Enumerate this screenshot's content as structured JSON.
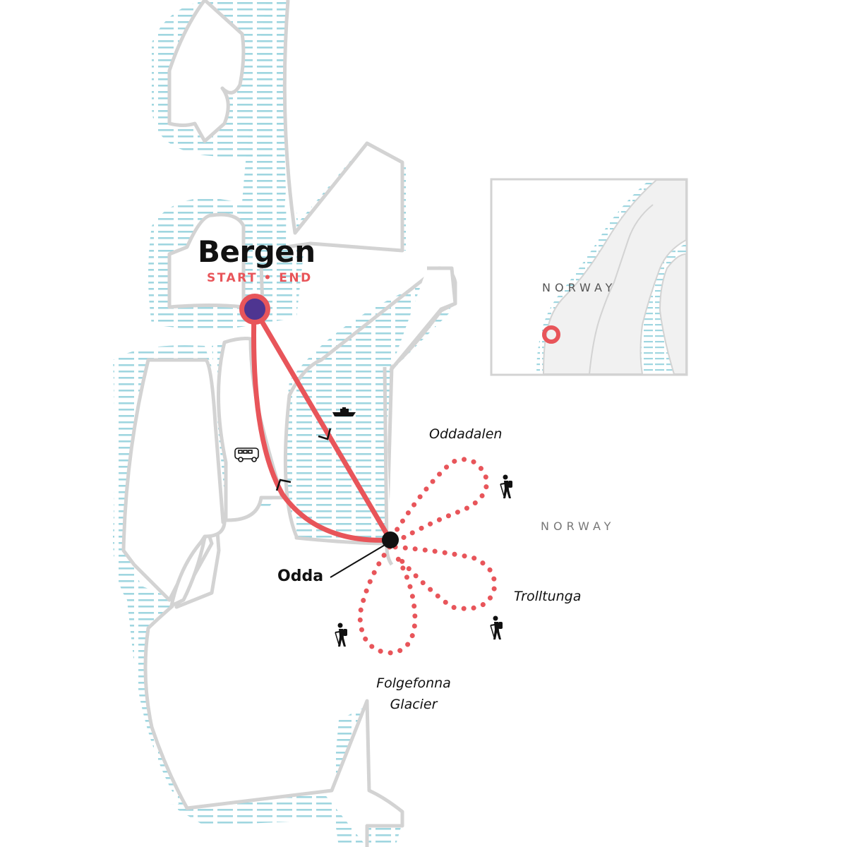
{
  "colors": {
    "route": "#e8555a",
    "start_fill": "#4e3591",
    "coast": "#d3d3d3",
    "water_hatch": "#9fd6e0",
    "land_inset": "#f1f1f1",
    "text": "#111111",
    "country_text": "#777777"
  },
  "map": {
    "start_city": {
      "name": "Bergen",
      "subtitle": "START • END"
    },
    "stops": [
      {
        "name": "Odda"
      }
    ],
    "excursions": [
      {
        "name": "Oddadalen"
      },
      {
        "name": "Trolltunga"
      },
      {
        "name": "Folgefonna",
        "name_line2": "Glacier"
      }
    ],
    "country_label": "NORWAY",
    "transport_icons": [
      "bus-icon",
      "boat-icon"
    ],
    "activity_icons": [
      "hiker-icon",
      "hiker-icon",
      "hiker-icon"
    ]
  },
  "inset": {
    "country_label": "NORWAY",
    "marker": "location-ring-marker"
  }
}
